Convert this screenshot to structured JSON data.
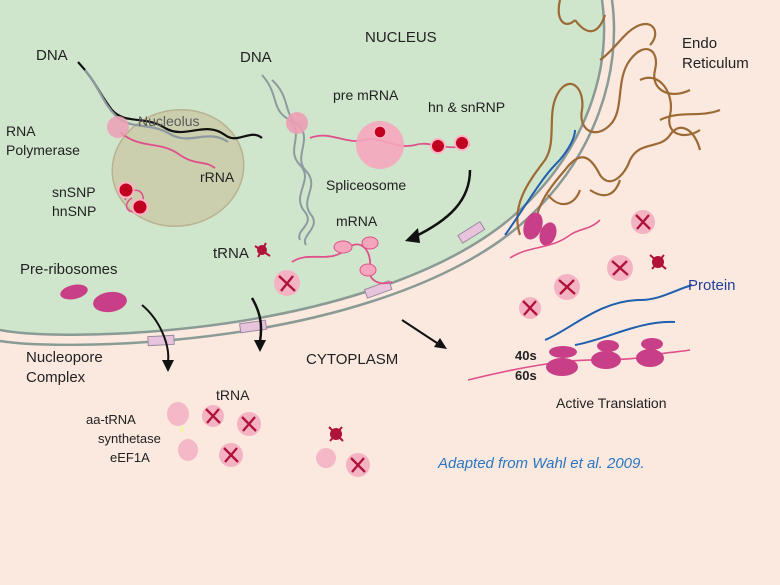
{
  "labels": {
    "nucleus": "NUCLEUS",
    "endo_line1": "Endo",
    "endo_line2": "Reticulum",
    "dna_left": "DNA",
    "dna_center": "DNA",
    "nucleolus": "Nucleolus",
    "rna_pol_line1": "RNA",
    "rna_pol_line2": "Polymerase",
    "rrna": "rRNA",
    "snsnp_line1": "snSNP",
    "snsnp_line2": "hnSNP",
    "pre_mrna": "pre mRNA",
    "hn_snrnp": "hn & snRNP",
    "spliceosome": "Spliceosome",
    "mrna": "mRNA",
    "trna_nucleus": "tRNA",
    "pre_ribosomes": "Pre-ribosomes",
    "nucleopore_line1": "Nucleopore",
    "nucleopore_line2": "Complex",
    "cytoplasm": "CYTOPLASM",
    "protein": "Protein",
    "ribo_40s": "40s",
    "ribo_60s": "60s",
    "active_translation": "Active Translation",
    "trna_cyto": "tRNA",
    "aa_trna_line1": "aa-tRNA",
    "aa_trna_line2": "synthetase",
    "eef1a": "eEF1A",
    "credit": "Adapted from Wahl et al. 2009."
  },
  "colors": {
    "nucleus": "#cfe6cc",
    "cytoplasm": "#fbe9e0",
    "membrane": "#8a9a95",
    "nucleolus": "#c9c7a4",
    "er": "#9c6a35",
    "protein": "#1f5fae",
    "mrna": "#e0508a",
    "ribosome": "#c83f88",
    "trna_blob": "#f3b3c3",
    "trna_mark": "#b0123a",
    "snrnp": "#c0001e",
    "credit": "#2a77c0",
    "label": "#222222"
  }
}
